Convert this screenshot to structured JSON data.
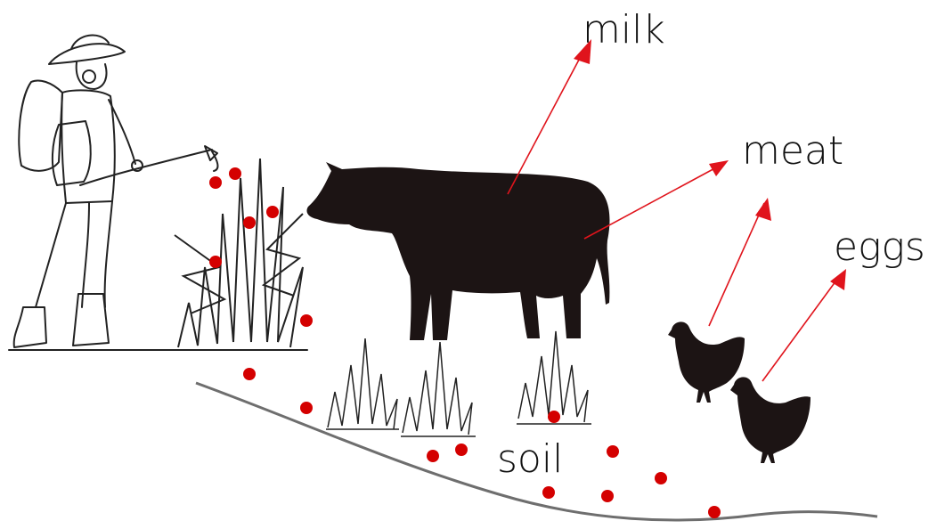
{
  "labels": {
    "milk": "milk",
    "meat": "meat",
    "eggs": "eggs",
    "soil": "soil"
  },
  "icons": [
    "farmer-sprayer-icon",
    "cow-icon",
    "chicken-icon",
    "chicken-icon",
    "grass-icon",
    "pesticide-droplet-icon",
    "arrow-icon"
  ],
  "colors": {
    "arrow": "#e0141c",
    "droplet": "#d40000",
    "silhouette": "#1c1414",
    "line_art": "#222222",
    "ground": "#6e6e6e"
  }
}
